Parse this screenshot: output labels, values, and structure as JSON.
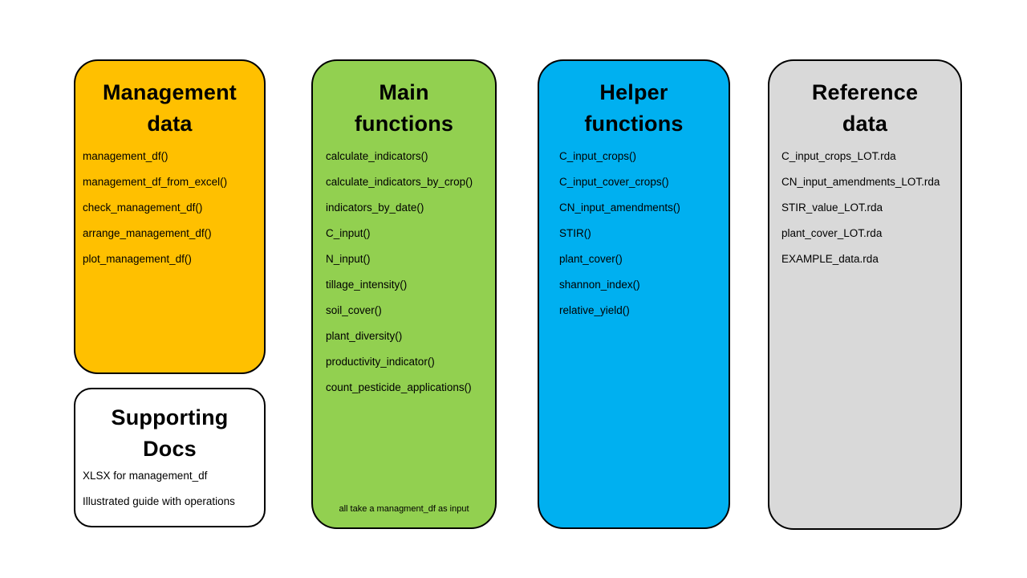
{
  "colors": {
    "management": "#FFC000",
    "supporting": "#FFFFFF",
    "main": "#92D050",
    "helper": "#00B0F0",
    "reference": "#D9D9D9",
    "border": "#000000",
    "text": "#000000",
    "page_background": "#FFFFFF"
  },
  "management_data": {
    "title_line1": "Management",
    "title_line2": "data",
    "items": [
      "management_df()",
      "management_df_from_excel()",
      "check_management_df()",
      "arrange_management_df()",
      "plot_management_df()"
    ]
  },
  "supporting_docs": {
    "title_line1": "Supporting",
    "title_line2": "Docs",
    "items": [
      "XLSX for management_df",
      "Illustrated guide with operations"
    ]
  },
  "main_functions": {
    "title_line1": "Main",
    "title_line2": "functions",
    "items": [
      "calculate_indicators()",
      "calculate_indicators_by_crop()",
      "indicators_by_date()",
      "C_input()",
      "N_input()",
      "tillage_intensity()",
      "soil_cover()",
      "plant_diversity()",
      "productivity_indicator()",
      "count_pesticide_applications()"
    ],
    "footer": "all take a managment_df as input"
  },
  "helper_functions": {
    "title_line1": "Helper",
    "title_line2": "functions",
    "items": [
      "C_input_crops()",
      "C_input_cover_crops()",
      "CN_input_amendments()",
      "STIR()",
      "plant_cover()",
      "shannon_index()",
      "relative_yield()"
    ]
  },
  "reference_data": {
    "title_line1": "Reference",
    "title_line2": "data",
    "items": [
      "C_input_crops_LOT.rda",
      "CN_input_amendments_LOT.rda",
      "STIR_value_LOT.rda",
      "plant_cover_LOT.rda",
      "EXAMPLE_data.rda"
    ]
  }
}
